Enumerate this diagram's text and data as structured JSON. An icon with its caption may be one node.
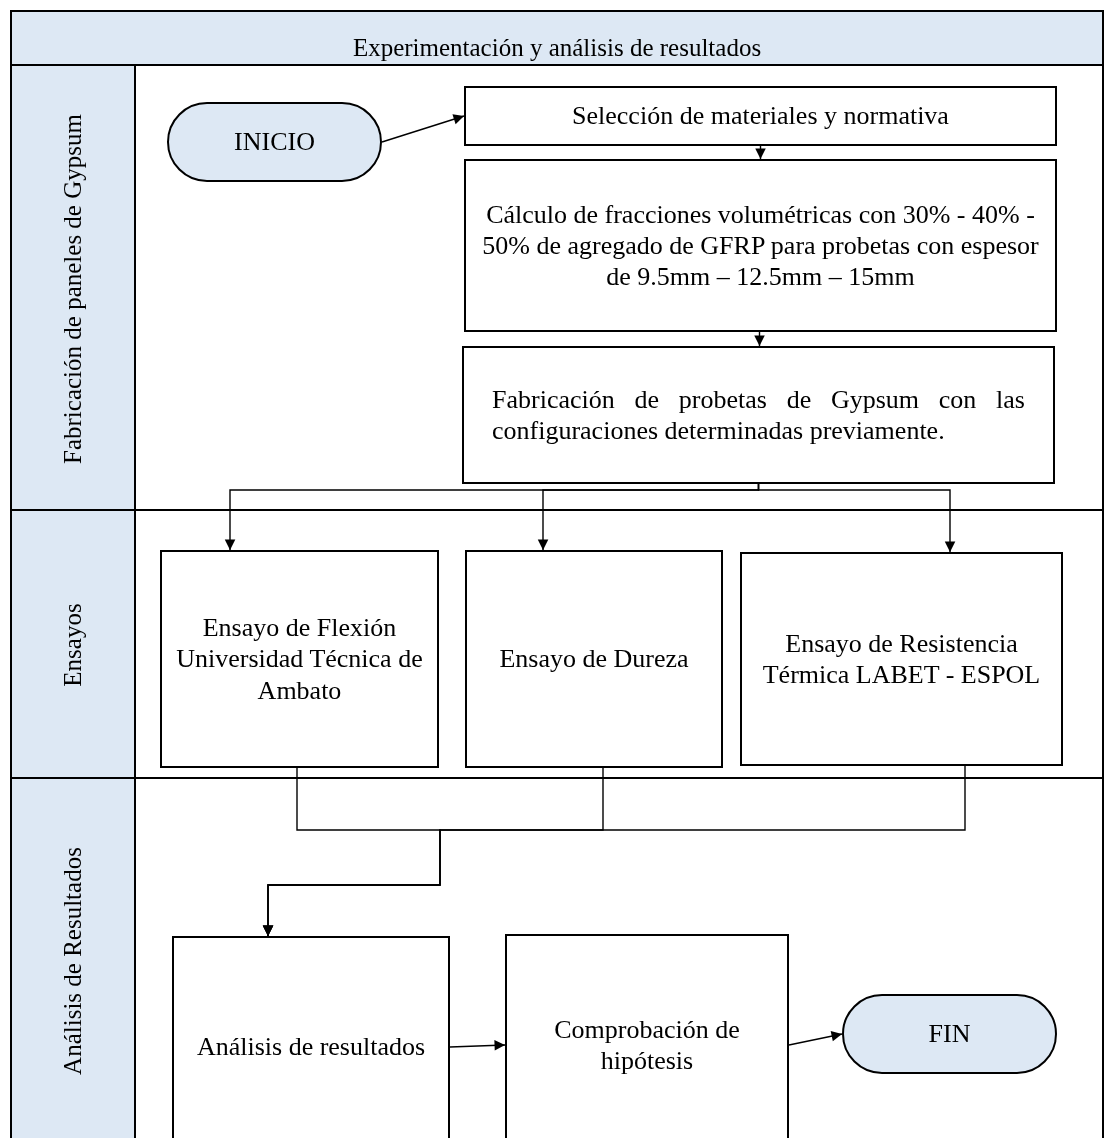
{
  "diagram": {
    "nodes": [
      {
        "text": [
          "Experimentación y análisis de resultados"
        ]
      },
      {
        "text": [
          "Fabricación de paneles de Gypsum"
        ],
        "in": 0
      },
      {
        "text": [
          "INICIO"
        ],
        "in": 1
      },
      {
        "text": [
          "Selección de materiales y normativa"
        ],
        "in": 1
      },
      {
        "text": [
          "Cálculo de fracciones volumétricas con 30% - 40% - 50% de agregado de GFRP para probetas con espesor de 9.5mm – 12.5mm – 15mm"
        ],
        "in": 1
      },
      {
        "text": [
          "Fabricación de probetas de Gypsum con las configuraciones determinadas previamente."
        ],
        "in": 1
      },
      {
        "text": [
          "Ensayos"
        ],
        "in": 0
      },
      {
        "text": [
          "Ensayo de Flexión Universidad Técnica de Ambato"
        ],
        "in": 6
      },
      {
        "text": [
          "Ensayo de Dureza"
        ],
        "in": 6
      },
      {
        "text": [
          "Ensayo de Resistencia Térmica LABET - ESPOL"
        ],
        "in": 6
      },
      {
        "text": [
          "Análisis de Resultados"
        ],
        "in": 0
      },
      {
        "text": [
          "Análisis de resultados"
        ],
        "in": 10
      },
      {
        "text": [
          "Comprobación de hipótesis"
        ],
        "in": 10
      },
      {
        "text": [
          "FIN"
        ],
        "in": 10
      }
    ],
    "edges": [
      {
        "from": 2,
        "to": 3,
        "arrow": "to"
      },
      {
        "from": 3,
        "to": 4,
        "arrow": "to"
      },
      {
        "from": 4,
        "to": 5,
        "arrow": "to"
      },
      {
        "from": 5,
        "to": 7,
        "arrow": "to"
      },
      {
        "from": 5,
        "to": 8,
        "arrow": "to"
      },
      {
        "from": 5,
        "to": 9,
        "arrow": "to"
      },
      {
        "from": 7,
        "to": 11,
        "arrow": "to"
      },
      {
        "from": 8,
        "to": 11,
        "arrow": "to"
      },
      {
        "from": 9,
        "to": 11,
        "arrow": "to"
      },
      {
        "from": 11,
        "to": 12,
        "arrow": "to"
      },
      {
        "from": 12,
        "to": 13,
        "arrow": "to"
      }
    ]
  }
}
